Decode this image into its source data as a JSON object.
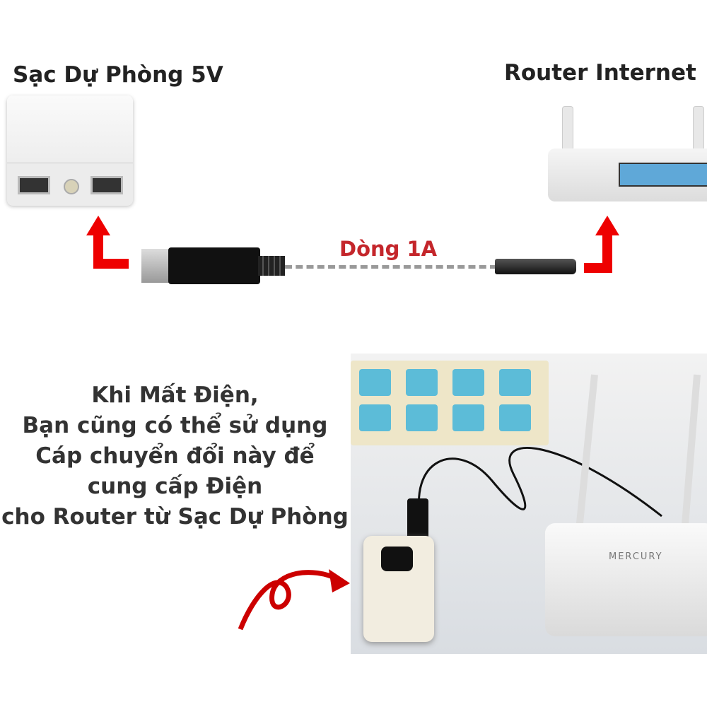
{
  "labels": {
    "power_bank": "Sạc Dự Phòng 5V",
    "router": "Router Internet",
    "current": "Dòng 1A"
  },
  "description": [
    "Khi Mất Điện,",
    "Bạn cũng có thể sử dụng",
    "Cáp chuyển đổi này để",
    "cung cấp Điện",
    "cho Router từ Sạc Dự Phòng"
  ],
  "photo": {
    "router_brand": "MERCURY"
  },
  "colors": {
    "accent": "#c4262b",
    "arrow": "#e00000"
  }
}
